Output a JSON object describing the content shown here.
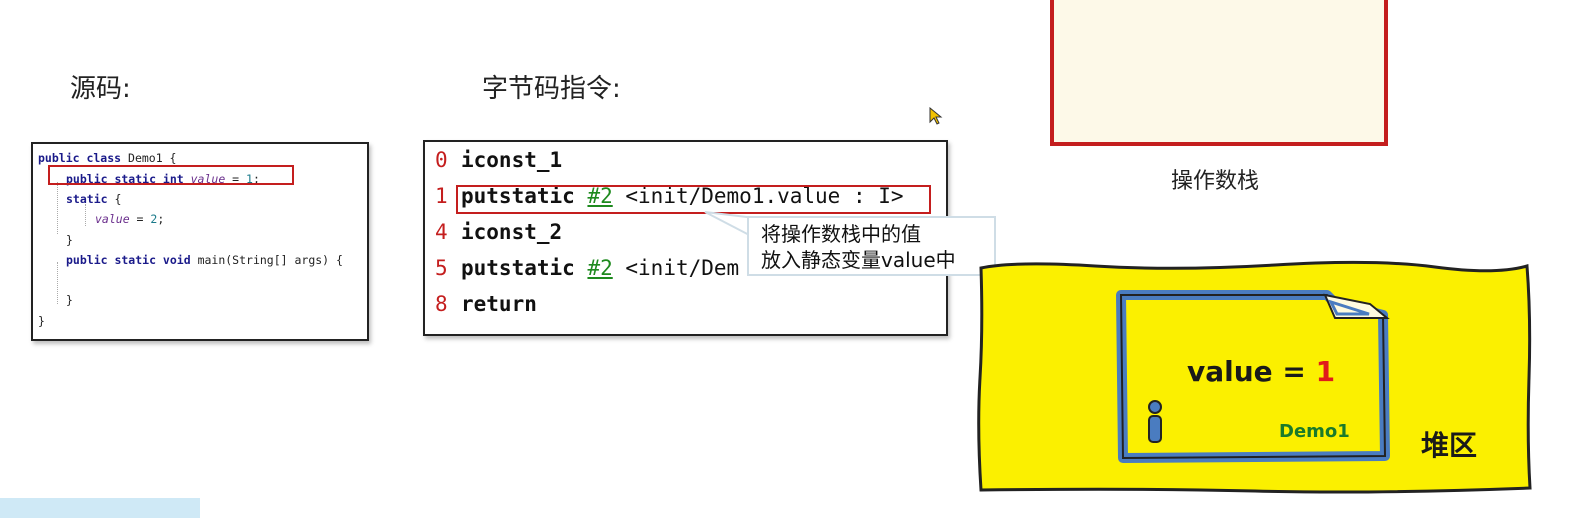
{
  "headings": {
    "source": "源码:",
    "bytecode": "字节码指令:"
  },
  "source_code": {
    "lines": [
      {
        "a": "public class ",
        "b": "Demo1 {"
      },
      {
        "kw": "public static int ",
        "fld": "value",
        "eq": " = ",
        "num": "1",
        "end": ";"
      },
      {
        "kw": "static",
        "rest": " {"
      },
      {
        "fld": "value",
        "eq": " = ",
        "num": "2",
        "end": ";"
      },
      {
        "rest": "}"
      },
      {
        "kw": "public static void ",
        "rest": "main(String[] args) {"
      },
      {
        "rest": ""
      },
      {
        "rest": "}"
      },
      {
        "rest": "}"
      }
    ]
  },
  "bytecode": {
    "lines": [
      {
        "offset": "0",
        "op": "iconst_1",
        "ref": "",
        "arg": ""
      },
      {
        "offset": "1",
        "op": "putstatic",
        "ref": "#2",
        "arg": " <init/Demo1.value : I>"
      },
      {
        "offset": "4",
        "op": "iconst_2",
        "ref": "",
        "arg": ""
      },
      {
        "offset": "5",
        "op": "putstatic",
        "ref": "#2",
        "arg": " <init/Dem"
      },
      {
        "offset": "8",
        "op": "return",
        "ref": "",
        "arg": ""
      }
    ]
  },
  "callout": {
    "line1": "将操作数栈中的值",
    "line2": "放入静态变量value中"
  },
  "operand_stack": {
    "label": "操作数栈"
  },
  "heap": {
    "label": "堆区",
    "value_text": "value = ",
    "value_num": "1",
    "class_name": "Demo1"
  },
  "colors": {
    "highlight": "#c41e1e",
    "heap_fill": "#fbf000",
    "object_border": "#4a7cc0",
    "value_red": "#e01b1b",
    "class_green": "#1a7a2a"
  }
}
